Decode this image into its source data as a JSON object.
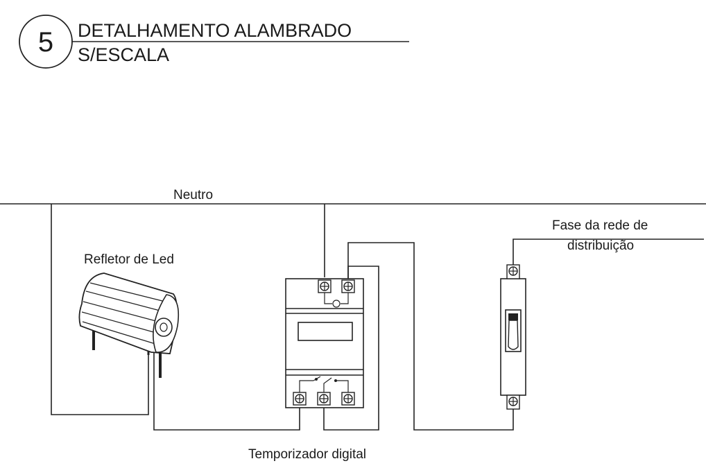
{
  "header": {
    "detail_number": "5",
    "title": "DETALHAMENTO ALAMBRADO",
    "subtitle": "S/ESCALA"
  },
  "labels": {
    "neutral": "Neutro",
    "led_reflector": "Refletor de Led",
    "phase_line1": "Fase da rede de",
    "phase_line2": "distribuição",
    "timer": "Temporizador digital"
  }
}
